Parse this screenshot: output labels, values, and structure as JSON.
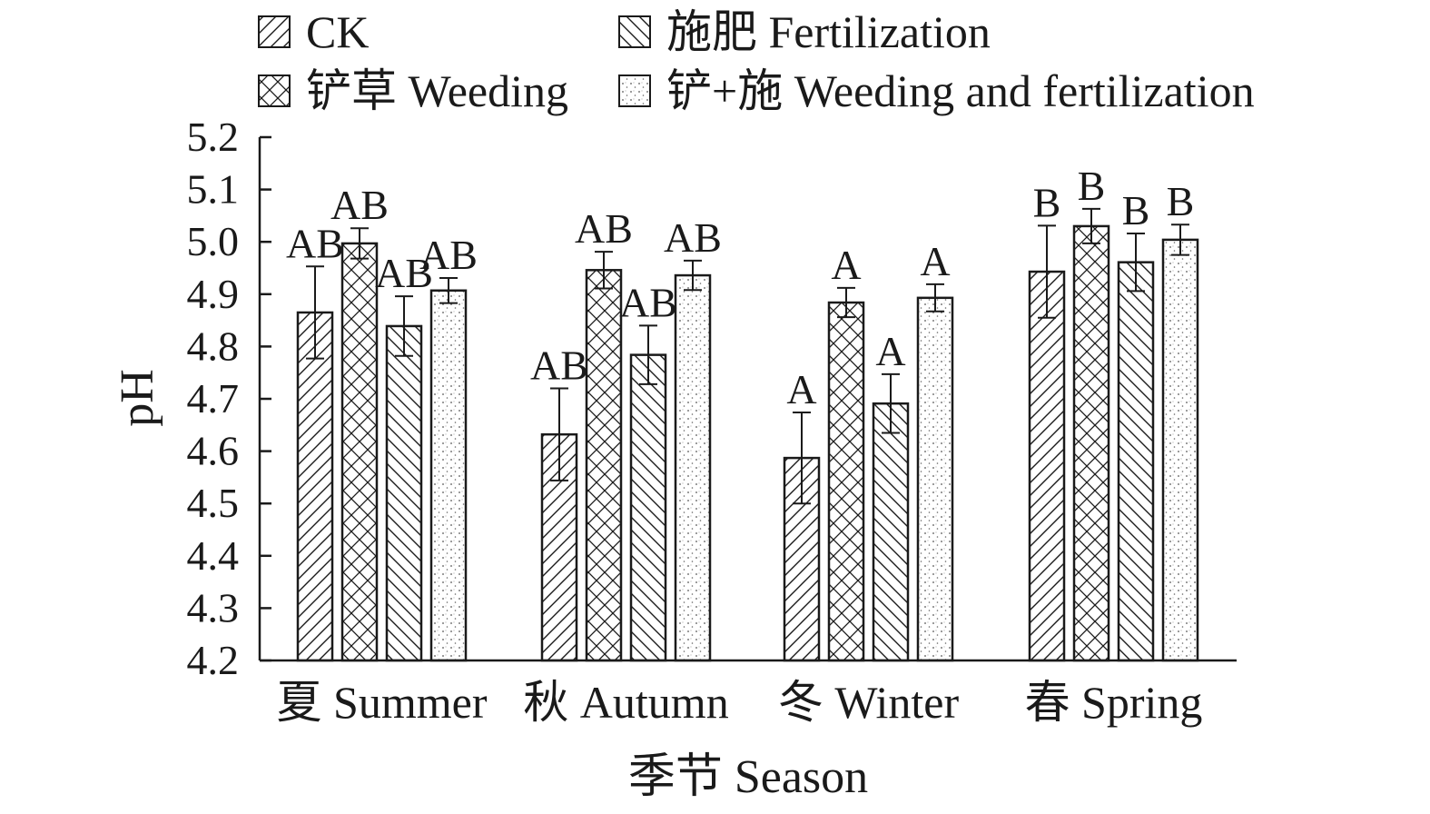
{
  "chart_data": {
    "type": "bar",
    "xlabel": "季节 Season",
    "ylabel": "pH",
    "ylim": [
      4.2,
      5.2
    ],
    "yticks": [
      "4.2",
      "4.3",
      "4.4",
      "4.5",
      "4.6",
      "4.7",
      "4.8",
      "4.9",
      "5.0",
      "5.1",
      "5.2"
    ],
    "categories": [
      "夏 Summer",
      "秋 Autumn",
      "冬 Winter",
      "春 Spring"
    ],
    "legend_position": "top",
    "grid": false,
    "series": [
      {
        "name": "CK",
        "pattern": "diagonal-lines",
        "values": [
          4.865,
          4.632,
          4.587,
          4.943
        ],
        "errors": [
          0.088,
          0.088,
          0.087,
          0.088
        ],
        "labels": [
          "AB",
          "AB",
          "A",
          "B"
        ]
      },
      {
        "name": "铲草 Weeding",
        "pattern": "cross-hatch",
        "values": [
          4.997,
          4.946,
          4.884,
          5.03
        ],
        "errors": [
          0.029,
          0.035,
          0.028,
          0.033
        ],
        "labels": [
          "AB",
          "AB",
          "A",
          "B"
        ]
      },
      {
        "name": "施肥 Fertilization",
        "pattern": "back-diagonal-lines",
        "values": [
          4.839,
          4.784,
          4.691,
          4.961
        ],
        "errors": [
          0.057,
          0.056,
          0.056,
          0.055
        ],
        "labels": [
          "AB",
          "AB",
          "A",
          "B"
        ]
      },
      {
        "name": "铲+施 Weeding and fertilization",
        "pattern": "dots",
        "values": [
          4.907,
          4.936,
          4.893,
          5.004
        ],
        "errors": [
          0.024,
          0.028,
          0.026,
          0.029
        ],
        "labels": [
          "AB",
          "AB",
          "A",
          "B"
        ]
      }
    ],
    "colors": {
      "ink": "#1a1a1a",
      "background": "#ffffff"
    }
  }
}
